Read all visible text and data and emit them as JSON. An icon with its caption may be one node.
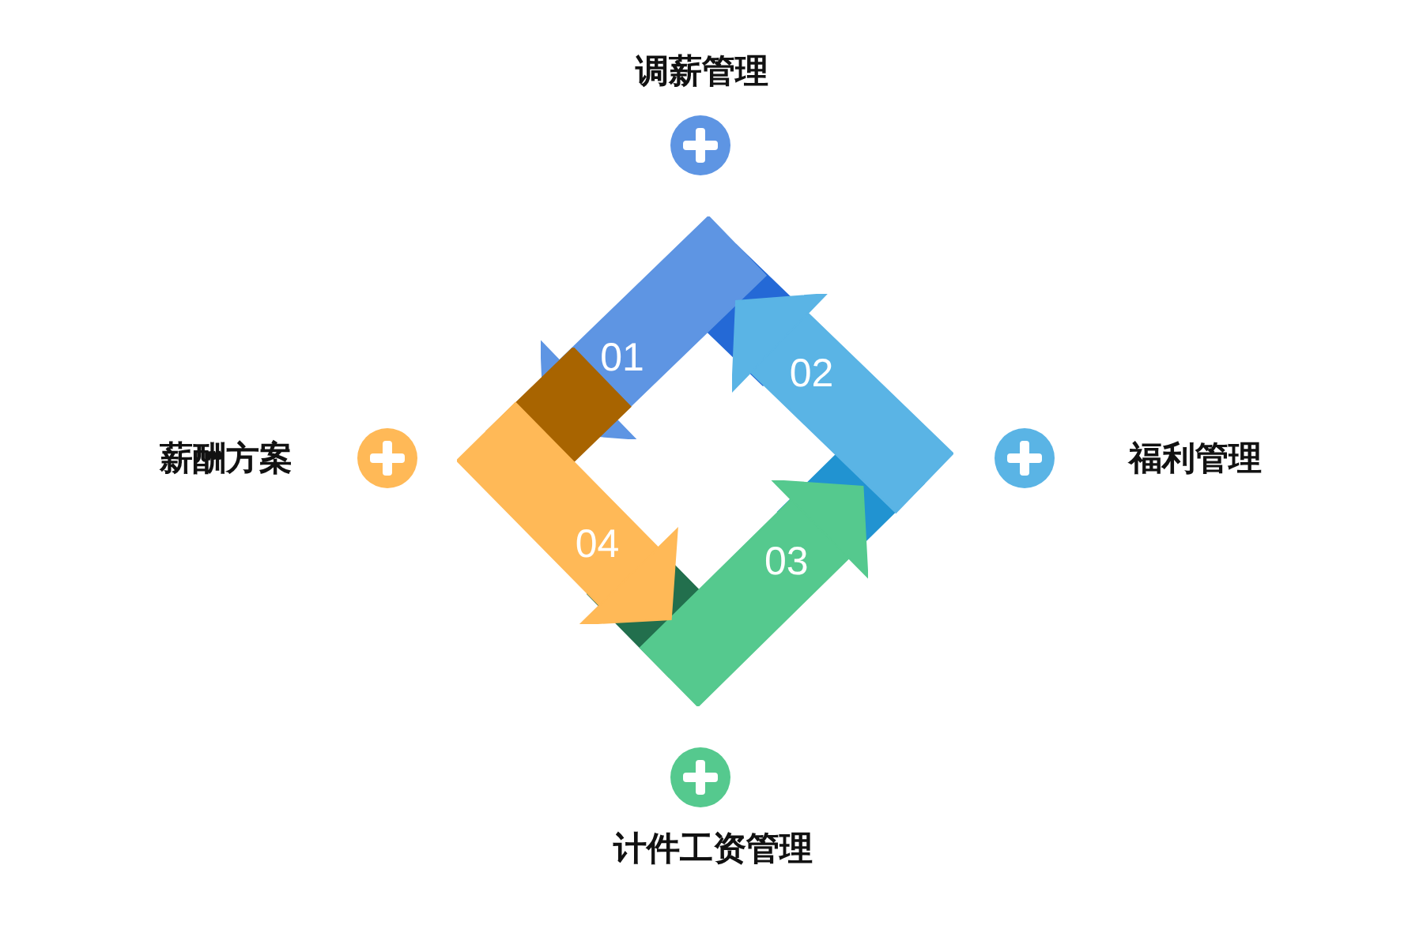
{
  "diagram": {
    "nodes": [
      {
        "text": [
          "01"
        ]
      },
      {
        "text": [
          "02"
        ]
      },
      {
        "text": [
          "03"
        ]
      },
      {
        "text": [
          "04"
        ]
      }
    ],
    "labels": [
      "调薪管理",
      "薪酬方案",
      "福利管理",
      "计件工资管理"
    ]
  }
}
